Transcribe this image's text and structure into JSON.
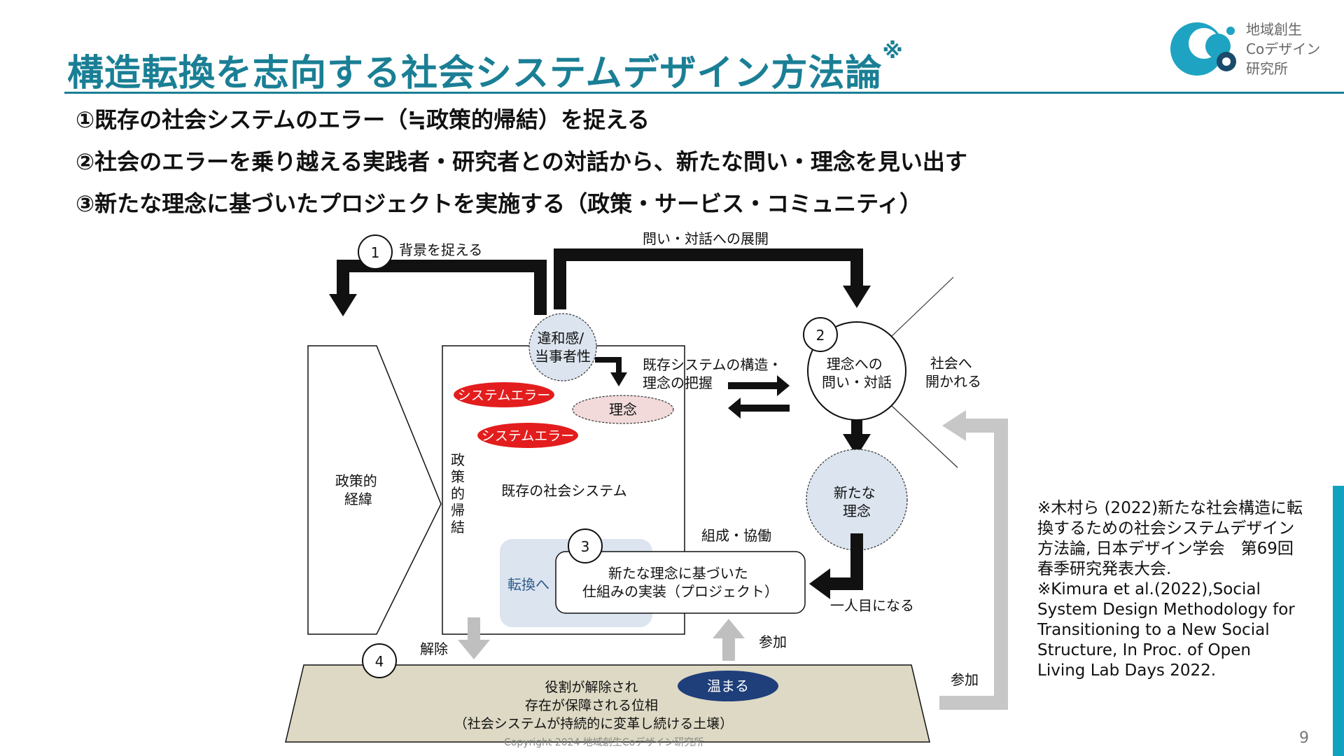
{
  "header": {
    "title": "構造転換を志向する社会システムデザイン方法論",
    "title_mark": "※",
    "logo_lines": [
      "地域創生",
      "Coデザイン",
      "研究所"
    ],
    "accent_color": "#1a7f95"
  },
  "bullets": [
    "①既存の社会システムのエラー（≒政策的帰結）を捉える",
    "②社会のエラーを乗り越える実践者・研究者との対話から、新たな問い・理念を見い出す",
    "③新たな理念に基づいたプロジェクトを実施する（政策・サービス・コミュニティ）"
  ],
  "diagram": {
    "step1_number": "1",
    "step1_label": "背景を捉える",
    "top_arrow_label": "問い・対話への展開",
    "discomfort_circle": [
      "違和感/",
      "当事者性"
    ],
    "policy_history": [
      "政策的",
      "経緯"
    ],
    "policy_outcome": "政策的帰結",
    "system_error_1": "システムエラー",
    "system_error_2": "システムエラー",
    "ideal_label": "理念",
    "existing_system": "既存の社会システム",
    "grasp_label": [
      "既存システムの構造・",
      "理念の把握"
    ],
    "step2_number": "2",
    "dialogue_circle": [
      "理念への",
      "問い・対話"
    ],
    "open_to_society": [
      "社会へ",
      "開かれる"
    ],
    "new_ideal": [
      "新たな",
      "理念"
    ],
    "organize_label": "組成・協働",
    "step3_number": "3",
    "transform_label": "転換へ",
    "implementation": [
      "新たな理念に基づいた",
      "仕組みの実装（プロジェクト）"
    ],
    "one_step": "一人目になる",
    "release_label": "解除",
    "join_label": "参加",
    "step4_number": "4",
    "foundation": [
      "役割が解除され",
      "存在が保障される位相",
      "（社会システムが持続的に変革し続ける土壌）"
    ],
    "warm_label": "温まる",
    "join_right": "参加"
  },
  "references": [
    "※木村ら (2022)新たな社会構造に転換するための社会システムデザイン方法論, 日本デザイン学会　第69回春季研究発表大会.",
    "※Kimura et al.(2022),Social System Design Methodology for Transitioning to a New Social Structure, In Proc. of Open Living Lab Days 2022."
  ],
  "page_number": "9",
  "copyright": "Copyright 2024 地域創生Coデザイン研究所"
}
